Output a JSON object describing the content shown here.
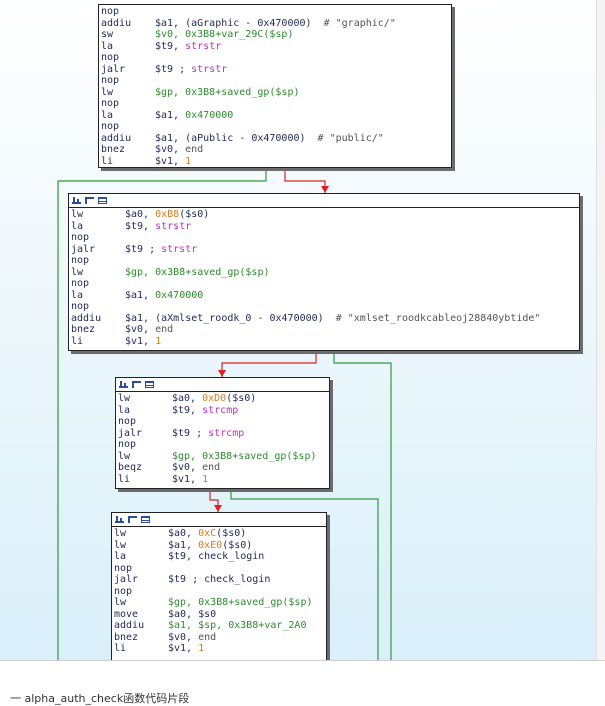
{
  "caption": "一   alpha_auth_check函数代码片段",
  "nodes": [
    {
      "id": "block0",
      "lines": [
        [
          "nop"
        ],
        [
          "addiu",
          [
            [
              "$a1, (aGraphic - 0x470000)",
              "reg"
            ],
            [
              "  # \"graphic/\"",
              "cmt"
            ]
          ]
        ],
        [
          "sw",
          [
            [
              "$v0, 0x3B8+var_29C($sp)",
              "imm"
            ]
          ]
        ],
        [
          "la",
          [
            [
              "$t9, ",
              "reg"
            ],
            [
              "strstr",
              "fn"
            ]
          ]
        ],
        [
          "nop"
        ],
        [
          "jalr",
          [
            [
              "$t9 ; ",
              "reg"
            ],
            [
              "strstr",
              "fn"
            ]
          ]
        ],
        [
          "nop"
        ],
        [
          "lw",
          [
            [
              "$gp, 0x3B8+saved_gp($sp)",
              "imm"
            ]
          ]
        ],
        [
          "nop"
        ],
        [
          "la",
          [
            [
              "$a1, ",
              "reg"
            ],
            [
              "0x470000",
              "imm"
            ]
          ]
        ],
        [
          "nop"
        ],
        [
          "addiu",
          [
            [
              "$a1, (aPublic - 0x470000)",
              "reg"
            ],
            [
              "  # \"public/\"",
              "cmt"
            ]
          ]
        ],
        [
          "bnez",
          [
            [
              "$v0, ",
              "reg"
            ],
            [
              "end",
              "cmt"
            ]
          ]
        ],
        [
          "li",
          [
            [
              "$v1, ",
              "reg"
            ],
            [
              "1",
              "orange"
            ]
          ]
        ]
      ]
    },
    {
      "id": "block1",
      "lines": [
        [
          "lw",
          [
            [
              "$a0, ",
              "reg"
            ],
            [
              "0xB8",
              "orange"
            ],
            [
              "($s0)",
              "reg"
            ]
          ]
        ],
        [
          "la",
          [
            [
              "$t9, ",
              "reg"
            ],
            [
              "strstr",
              "fn"
            ]
          ]
        ],
        [
          "nop"
        ],
        [
          "jalr",
          [
            [
              "$t9 ; ",
              "reg"
            ],
            [
              "strstr",
              "fn"
            ]
          ]
        ],
        [
          "nop"
        ],
        [
          "lw",
          [
            [
              "$gp, 0x3B8+saved_gp($sp)",
              "imm"
            ]
          ]
        ],
        [
          "nop"
        ],
        [
          "la",
          [
            [
              "$a1, ",
              "reg"
            ],
            [
              "0x470000",
              "imm"
            ]
          ]
        ],
        [
          "nop"
        ],
        [
          "addiu",
          [
            [
              "$a1, (aXmlset_roodk_0 - 0x470000)",
              "reg"
            ],
            [
              "  # \"xmlset_roodkcableoj28840ybtide\"",
              "cmt"
            ]
          ]
        ],
        [
          "bnez",
          [
            [
              "$v0, ",
              "reg"
            ],
            [
              "end",
              "cmt"
            ]
          ]
        ],
        [
          "li",
          [
            [
              "$v1, ",
              "reg"
            ],
            [
              "1",
              "orange"
            ]
          ]
        ]
      ]
    },
    {
      "id": "block2",
      "lines": [
        [
          "lw",
          [
            [
              "$a0, ",
              "reg"
            ],
            [
              "0xD0",
              "orange"
            ],
            [
              "($s0)",
              "reg"
            ]
          ]
        ],
        [
          "la",
          [
            [
              "$t9, ",
              "reg"
            ],
            [
              "strcmp",
              "fn"
            ]
          ]
        ],
        [
          "nop"
        ],
        [
          "jalr",
          [
            [
              "$t9 ; ",
              "reg"
            ],
            [
              "strcmp",
              "fn"
            ]
          ]
        ],
        [
          "nop"
        ],
        [
          "lw",
          [
            [
              "$gp, 0x3B8+saved_gp($sp)",
              "imm"
            ]
          ]
        ],
        [
          "beqz",
          [
            [
              "$v0, ",
              "reg"
            ],
            [
              "end",
              "cmt"
            ]
          ]
        ],
        [
          "li",
          [
            [
              "$v1, ",
              "reg"
            ],
            [
              "1",
              "orange"
            ]
          ]
        ]
      ]
    },
    {
      "id": "block3",
      "lines": [
        [
          "lw",
          [
            [
              "$a0, ",
              "reg"
            ],
            [
              "0xC",
              "orange"
            ],
            [
              "($s0)",
              "reg"
            ]
          ]
        ],
        [
          "lw",
          [
            [
              "$a1, ",
              "reg"
            ],
            [
              "0xE0",
              "orange"
            ],
            [
              "($s0)",
              "reg"
            ]
          ]
        ],
        [
          "la",
          [
            [
              "$t9, check_login",
              "reg"
            ]
          ]
        ],
        [
          "nop"
        ],
        [
          "jalr",
          [
            [
              "$t9 ; check_login",
              "reg"
            ]
          ]
        ],
        [
          "nop"
        ],
        [
          "lw",
          [
            [
              "$gp, 0x3B8+saved_gp($sp)",
              "imm"
            ]
          ]
        ],
        [
          "move",
          [
            [
              "$a0, $s0",
              "reg"
            ]
          ]
        ],
        [
          "addiu",
          [
            [
              "$a1, $sp, 0x3B8+var_2A0",
              "imm"
            ]
          ]
        ],
        [
          "bnez",
          [
            [
              "$v0, ",
              "reg"
            ],
            [
              "end",
              "cmt"
            ]
          ]
        ],
        [
          "li",
          [
            [
              "$v1, ",
              "reg"
            ],
            [
              "1",
              "orange"
            ]
          ]
        ]
      ]
    }
  ],
  "colors": {
    "edge_true": "#2e9a3a",
    "edge_false": "#e02020",
    "node_border": "#222222",
    "shadow": "#6c6c6c"
  },
  "header_icons": [
    "chart-icon",
    "graph-icon",
    "list-icon"
  ]
}
